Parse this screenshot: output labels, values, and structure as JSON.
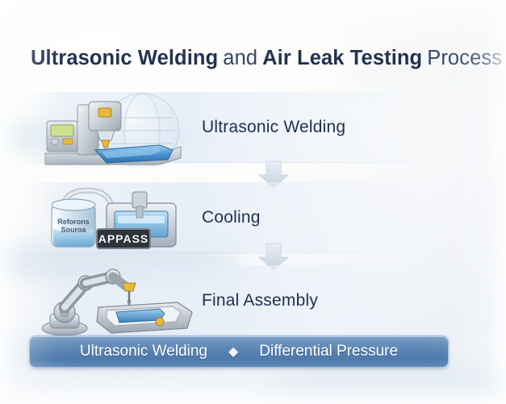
{
  "title": {
    "part1_bold": "Ultrasonic Welding",
    "part2_regular": "and",
    "part3_bold": "Air Leak Testing",
    "part4_regular": "Process"
  },
  "steps": [
    {
      "label": "Ultrasonic Welding",
      "icon": "ultrasonic-welding-machine-illustration"
    },
    {
      "label": "Cooling",
      "icon": "cooling-tank-and-reference-chamber-illustration"
    },
    {
      "label": "Final Assembly",
      "icon": "robot-arm-assembly-illustration"
    }
  ],
  "connectors": [
    {
      "icon": "down-arrow-icon"
    },
    {
      "icon": "down-arrow-icon"
    }
  ],
  "machine_labels": {
    "reference_source": "Reforons Sourоa",
    "pass_display": "APPASS"
  },
  "banner": {
    "left_label": "Ultrasonic Welding",
    "separator": "◆",
    "right_label": "Differential Pressure"
  },
  "colors": {
    "title_dark": "#1c2c4c",
    "step_text": "#20314f",
    "banner_blue_light": "#7ea2c6",
    "banner_blue_dark": "#3e6ea6",
    "band_blue": "#e2ebf6",
    "arrow_gray": "#dbe3ec",
    "machine_gray": "#b9c2cb",
    "workpiece_blue": "#3f86c8",
    "accent_yellow": "#e8b93a"
  }
}
